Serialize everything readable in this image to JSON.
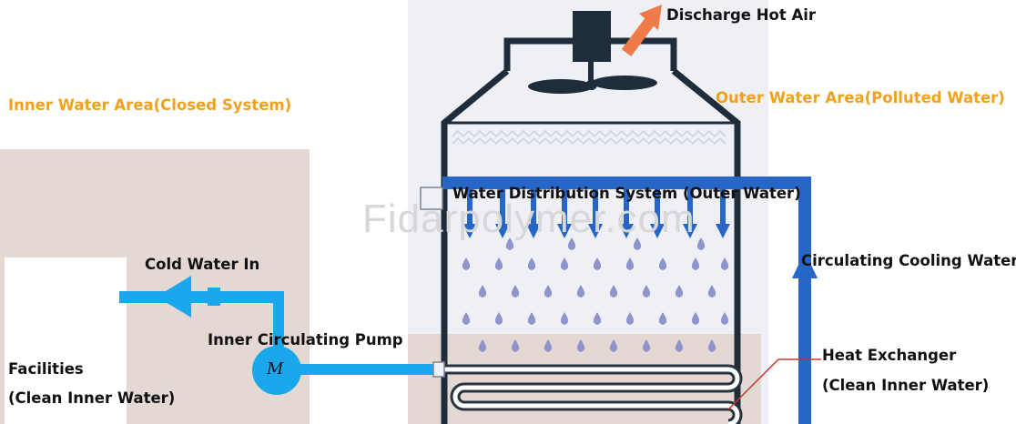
{
  "labels": {
    "inner_area": "Inner Water Area(Closed System)",
    "outer_area": "Outer Water Area(Polluted Water)",
    "discharge": "Discharge Hot Air",
    "distribution": "Water Distribution System (Outer Water)",
    "circulating": "Circulating Cooling Water",
    "cold_water": "Cold Water In",
    "pump": "Inner Circulating Pump",
    "pump_symbol": "M",
    "facilities": "Facilities",
    "facilities_sub": "(Clean Inner Water)",
    "heat_exchanger": "Heat Exchanger",
    "heat_exchanger_sub": "(Clean Inner Water)"
  },
  "watermark": "Fidarpolymer.com",
  "colors": {
    "area_label": "#f2a11c",
    "inner_pipe": "#1aa7ec",
    "outer_pipe": "#2566c6",
    "tower_bg": "#eef0f6",
    "inner_zone": "#e4d8d2",
    "droplet": "#8f95cc",
    "hot_air_arrow": "#ef7a4a"
  }
}
